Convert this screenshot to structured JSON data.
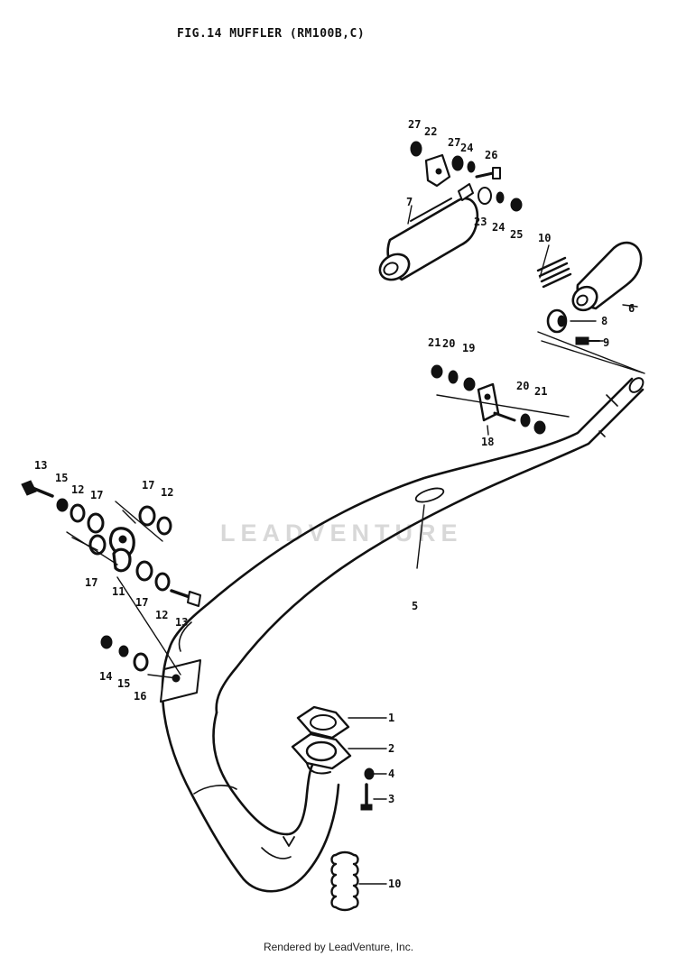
{
  "title": "FIG.14 MUFFLER (RM100B,C)",
  "footer": "Rendered by LeadVenture, Inc.",
  "watermark": "LEADVENTURE",
  "labels": {
    "l1": "1",
    "l2": "2",
    "l3": "3",
    "l4": "4",
    "l5": "5",
    "l6": "6",
    "l7": "7",
    "l8": "8",
    "l9": "9",
    "l10a": "10",
    "l10b": "10",
    "l11": "11",
    "l12a": "12",
    "l12b": "12",
    "l12c": "12",
    "l13a": "13",
    "l13b": "13",
    "l14": "14",
    "l15a": "15",
    "l15b": "15",
    "l16": "16",
    "l17a": "17",
    "l17b": "17",
    "l17c": "17",
    "l17d": "17",
    "l18": "18",
    "l19": "19",
    "l20a": "20",
    "l20b": "20",
    "l21a": "21",
    "l21b": "21",
    "l22": "22",
    "l23": "23",
    "l24a": "24",
    "l24b": "24",
    "l25": "25",
    "l26": "26",
    "l27a": "27",
    "l27b": "27"
  }
}
